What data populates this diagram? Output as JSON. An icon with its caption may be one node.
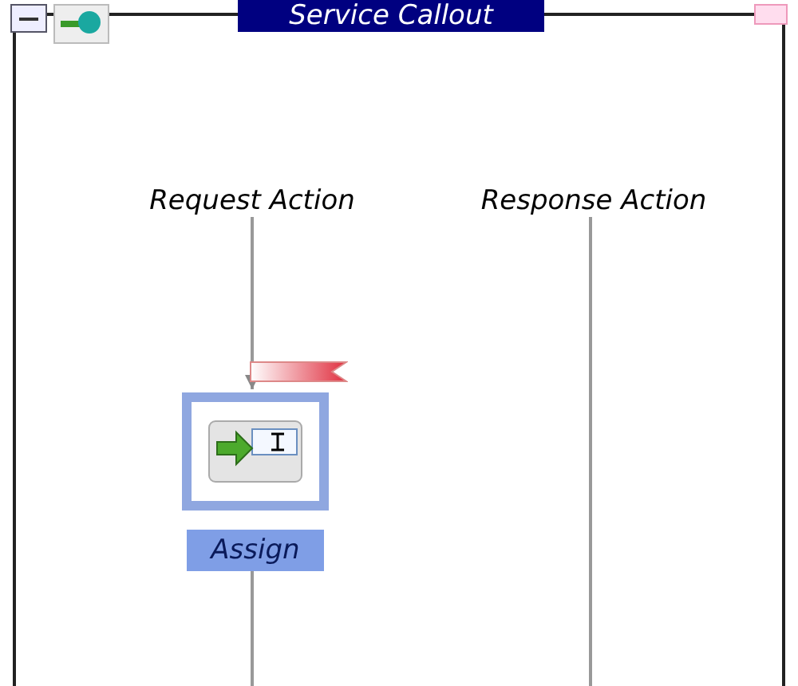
{
  "diagram": {
    "nodes": [
      {
        "text": [
          "Service Callout"
        ]
      },
      {
        "text": [
          "Request Action"
        ],
        "in": 0
      },
      {
        "text": [
          "Response Action"
        ],
        "in": 0
      },
      {
        "text": [
          "Assign"
        ],
        "in": 0
      }
    ],
    "edges": [
      {
        "from": 1,
        "to": 3,
        "arrow": "to"
      },
      {
        "from": 3,
        "to": null,
        "arrow": "none"
      },
      {
        "from": 2,
        "to": null,
        "arrow": "none"
      }
    ]
  }
}
